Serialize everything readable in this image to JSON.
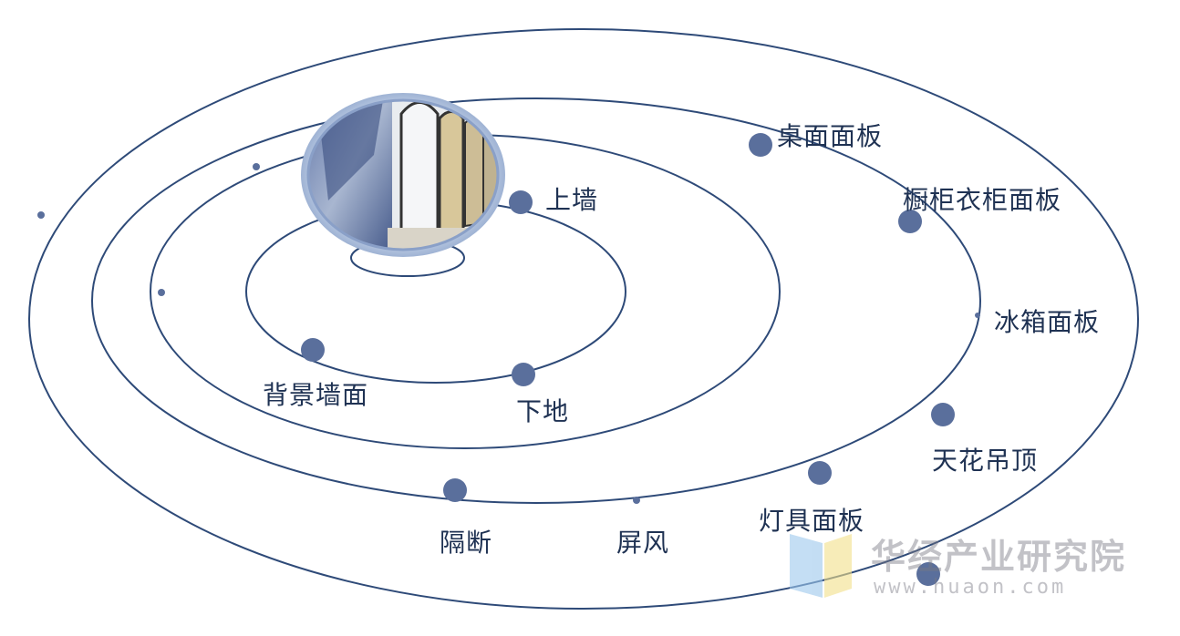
{
  "labels": {
    "shangqiang": "上墙",
    "beijing": "背景墙面",
    "xiadi": "下地",
    "zhuomian": "桌面面板",
    "chugui": "橱柜衣柜面板",
    "bingxiang": "冰箱面板",
    "tianhua": "天花吊顶",
    "dengju": "灯具面板",
    "geduan": "隔断",
    "pingfeng": "屏风"
  },
  "watermark": {
    "name": "华经产业研究院",
    "url": "www.huaon.com"
  },
  "colors": {
    "orbit": "#2e4a78",
    "node": "#5a6f9c",
    "label": "#1f3253"
  }
}
